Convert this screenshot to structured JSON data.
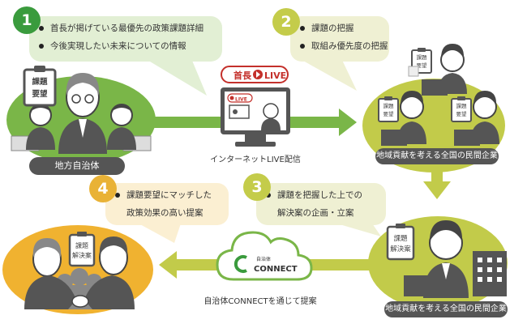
{
  "colors": {
    "step1": "#3a9b3d",
    "step2": "#c4cc4a",
    "step3": "#c4cc4a",
    "step4": "#e9b236",
    "bubble_green": "#e2efd4",
    "bubble_yellowgreen": "#eff0d3",
    "bubble_orange": "#fbefd2",
    "government_ellipse": "#7ab648",
    "company_ellipse": "#c2cb4a",
    "meeting_ellipse": "#f0b230",
    "arrow_green": "#7ab648",
    "arrow_yellowgreen": "#c2cb4a",
    "live_red": "#c4302b"
  },
  "steps": [
    {
      "number": "1",
      "items": [
        "首長が掲げている最優先の政策課題詳細",
        "今後実現したい未来についての情報"
      ]
    },
    {
      "number": "2",
      "items": [
        "課題の把握",
        "取組み優先度の把握"
      ]
    },
    {
      "number": "3",
      "items": [
        "課題を把握した上での",
        "解決案の企画・立案"
      ]
    },
    {
      "number": "4",
      "items": [
        "課題要望にマッチした",
        "政策効果の高い提案"
      ]
    }
  ],
  "government": {
    "label": "地方自治体",
    "clipboard": [
      "課題",
      "要望"
    ]
  },
  "companies_top": {
    "label": "地域貢献を考える全国の民間企業",
    "clipboard": [
      "課題",
      "要望"
    ]
  },
  "companies_bottom": {
    "label": "地域貢献を考える全国の民間企業",
    "clipboard": [
      "課題",
      "解決案"
    ]
  },
  "meeting": {
    "clipboard": [
      "課題",
      "解決案"
    ]
  },
  "live": {
    "badge_prefix": "首長",
    "badge_suffix": "LIVE",
    "screen_badge": "LIVE",
    "caption": "インターネットLIVE配信"
  },
  "connect": {
    "logo_small": "自治体",
    "logo_large": "CONNECT",
    "caption": "自治体CONNECTを通じて提案"
  }
}
